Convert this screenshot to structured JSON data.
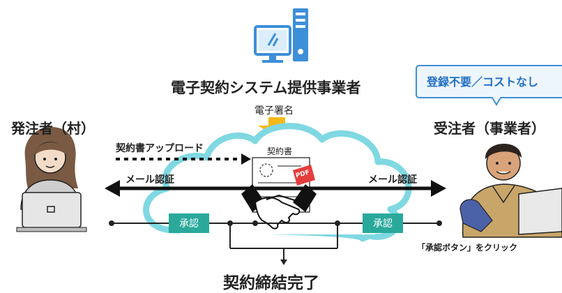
{
  "provider_title": "電子契約システム提供事業者",
  "callout": "登録不要／コストなし",
  "esign_label": "電子署名",
  "orderer_title": "発注者（村）",
  "contractor_title": "受注者（事業者）",
  "upload_label": "契約書アップロード",
  "document_label": "契約書",
  "pdf_label": "PDF",
  "mail_auth_left": "メール認証",
  "mail_auth_right": "メール認証",
  "approve_left": "承認",
  "approve_right": "承認",
  "click_label": "「承認ボタン」をクリック",
  "completion": "契約締結完了",
  "colors": {
    "accent_blue": "#3d8fd8",
    "cloud_outline": "#7fd8e2",
    "arrow_yellow": "#f5b91a",
    "approve_green": "#2aa99b",
    "callout_text": "#1f6fc2"
  },
  "icons": [
    "computer-icon",
    "handshake-icon",
    "document-icon",
    "cloud-icon",
    "woman-laptop-icon",
    "man-laptop-icon"
  ]
}
